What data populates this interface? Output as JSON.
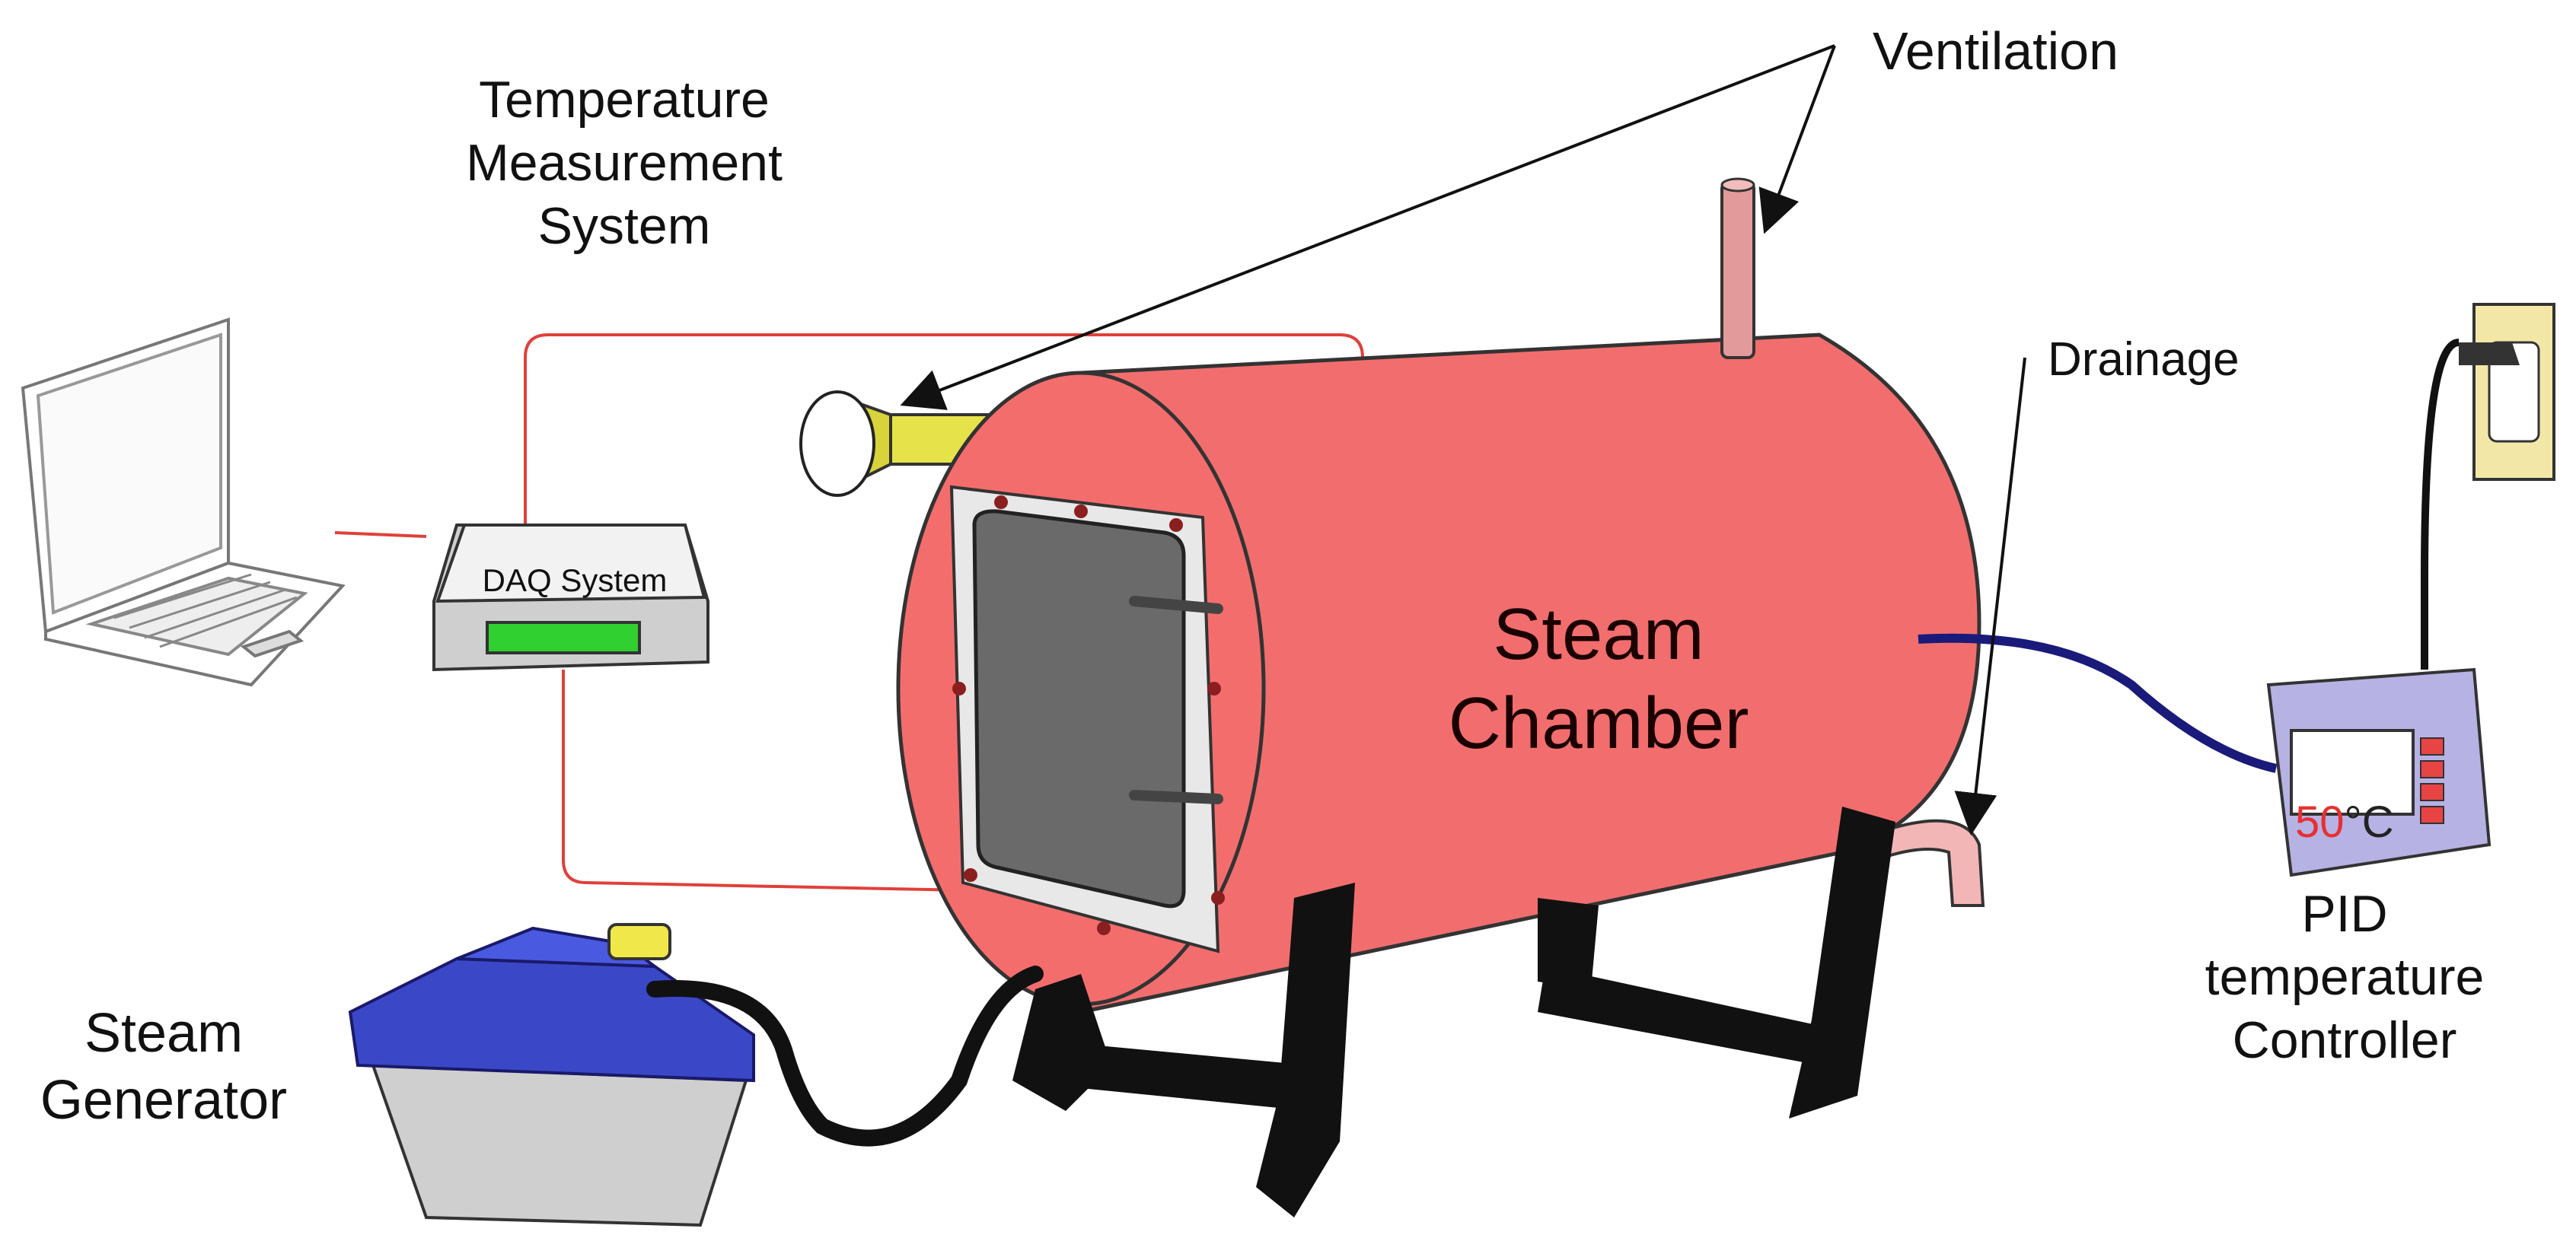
{
  "labels": {
    "temperature_measurement": "Temperature\nMeasurement\nSystem",
    "ventilation": "Ventilation",
    "drainage": "Drainage",
    "daq_system": "DAQ System",
    "steam_chamber": "Steam\nChamber",
    "steam_generator": "Steam\nGenerator",
    "pid_controller": "PID\ntemperature\nController",
    "pid_display_value": "50",
    "pid_display_unit": "°C"
  },
  "colors": {
    "chamber": "#f26e6e",
    "chamber_dark": "#c94a4a",
    "wire": "#e0403a",
    "pipe_yellow": "#e6e34a",
    "steam_gen_lid": "#3a48c8",
    "display_green": "#2fd02f",
    "controller": "#b6b2e4"
  }
}
